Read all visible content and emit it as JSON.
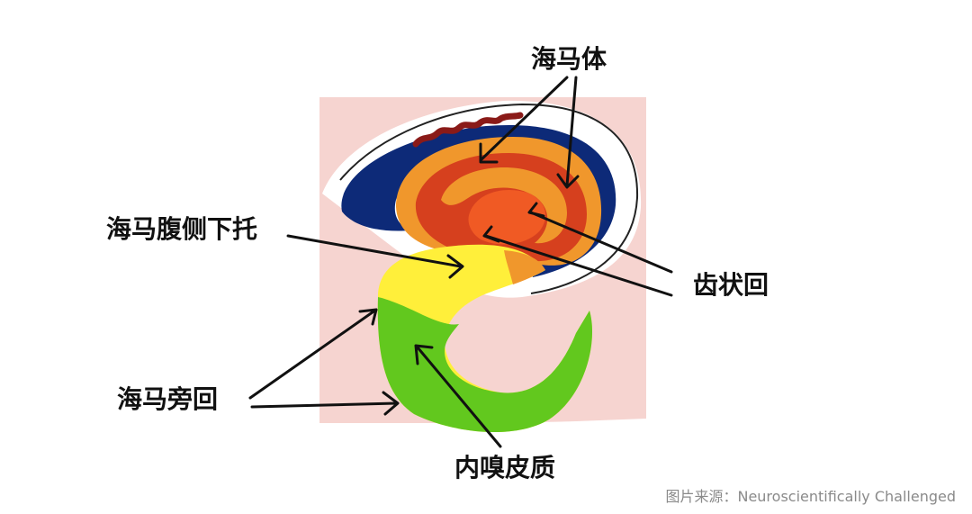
{
  "labels": {
    "hippocampus": "海马体",
    "ventral_subiculum": "海马腹侧下托",
    "dentate_gyrus": "齿状回",
    "parahippocampal_gyrus": "海马旁回",
    "entorhinal_cortex": "内嗅皮质"
  },
  "source_note": "图片来源：Neuroscientifically Challenged",
  "colors": {
    "background_tissue": "#f6d4d0",
    "white_matter": "#ffffff",
    "ventricle_blue": "#0d2a78",
    "hippocampus_outer_orange": "#f0972c",
    "hippocampus_red": "#d6401e",
    "dentate_inner": "#f05a24",
    "subiculum_yellow": "#ffef3a",
    "parahippocampal_green": "#62c81e",
    "choroid_red": "#8a1a18",
    "arrow": "#111111"
  }
}
